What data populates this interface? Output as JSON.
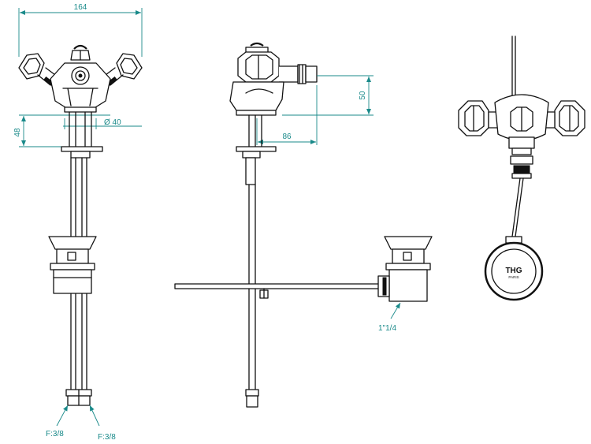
{
  "dimensions": {
    "overall_width": "164",
    "height_48": "48",
    "diameter": "Ø 40",
    "height_50": "50",
    "depth_86": "86"
  },
  "labels": {
    "inlet_left": "F:3/8",
    "inlet_right": "F:3/8",
    "waste_thread": "1\"1/4"
  },
  "logo": {
    "brand": "THG",
    "city": "PARIS"
  },
  "colors": {
    "line": "#111111",
    "dimension": "#1a8a8a",
    "background": "#ffffff"
  }
}
